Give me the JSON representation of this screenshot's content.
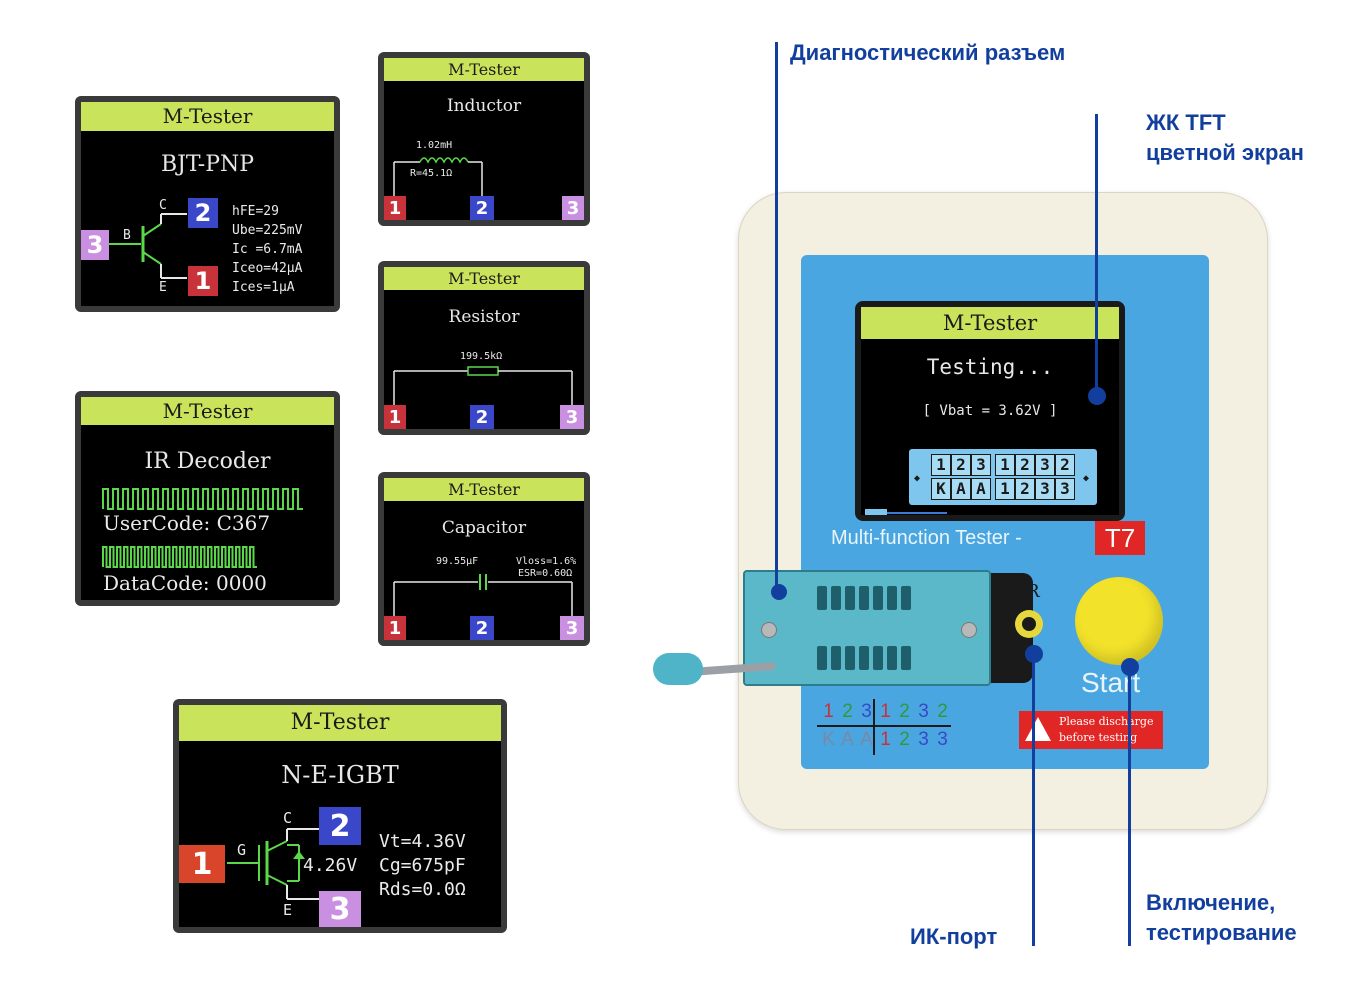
{
  "app_header": "M-Tester",
  "pin_labels": [
    "1",
    "2",
    "3"
  ],
  "bjt": {
    "title": "BJT-PNP",
    "lead_c": "C",
    "lead_b": "B",
    "lead_e": "E",
    "values": [
      "hFE=29",
      "Ube=225mV",
      "Ic =6.7mA",
      "Iceo=42µA",
      "Ices=1µA"
    ]
  },
  "ir": {
    "title": "IR Decoder",
    "user_code": "UserCode: C367",
    "data_code": "DataCode: 0000"
  },
  "inductor": {
    "title": "Inductor",
    "value": "1.02mH",
    "resistance": "R=45.1Ω"
  },
  "resistor": {
    "title": "Resistor",
    "value": "199.5kΩ"
  },
  "capacitor": {
    "title": "Capacitor",
    "value": "99.55µF",
    "vloss": "Vloss=1.6%",
    "esr": "ESR=0.60Ω"
  },
  "igbt": {
    "title": "N-E-IGBT",
    "lead_c": "C",
    "lead_g": "G",
    "lead_e": "E",
    "vgate": "4.26V",
    "values": [
      "Vt=4.36V",
      "Cg=675pF",
      "Rds=0.0Ω"
    ]
  },
  "device": {
    "screen_title": "Testing...",
    "vbat": "[ Vbat = 3.62V ]",
    "pin_row1": [
      "1",
      "2",
      "3",
      "1",
      "2",
      "3",
      "2"
    ],
    "pin_row2": [
      "K",
      "A",
      "A",
      "1",
      "2",
      "3",
      "3"
    ],
    "model_label": "Multi-function Tester -",
    "model_badge": "T7",
    "ir_label": "IR",
    "start_label": "Start",
    "socket_row1": [
      "1",
      "2",
      "3",
      "1",
      "2",
      "3",
      "2"
    ],
    "socket_row2": [
      "K",
      "A",
      "A",
      "1",
      "2",
      "3",
      "3"
    ],
    "warning": [
      "Please discharge",
      "before testing"
    ]
  },
  "annotations": {
    "diag_connector": "Диагностический разъем",
    "lcd_line1": "ЖК TFT",
    "lcd_line2": "цветной экран",
    "ir_port": "ИК-порт",
    "power_line1": "Включение,",
    "power_line2": "тестирование"
  },
  "colors": {
    "annotation": "#123f9e",
    "lcd_header": "#c9e45a",
    "device_panel": "#4aa6e0",
    "start_button": "#f3e22a"
  }
}
